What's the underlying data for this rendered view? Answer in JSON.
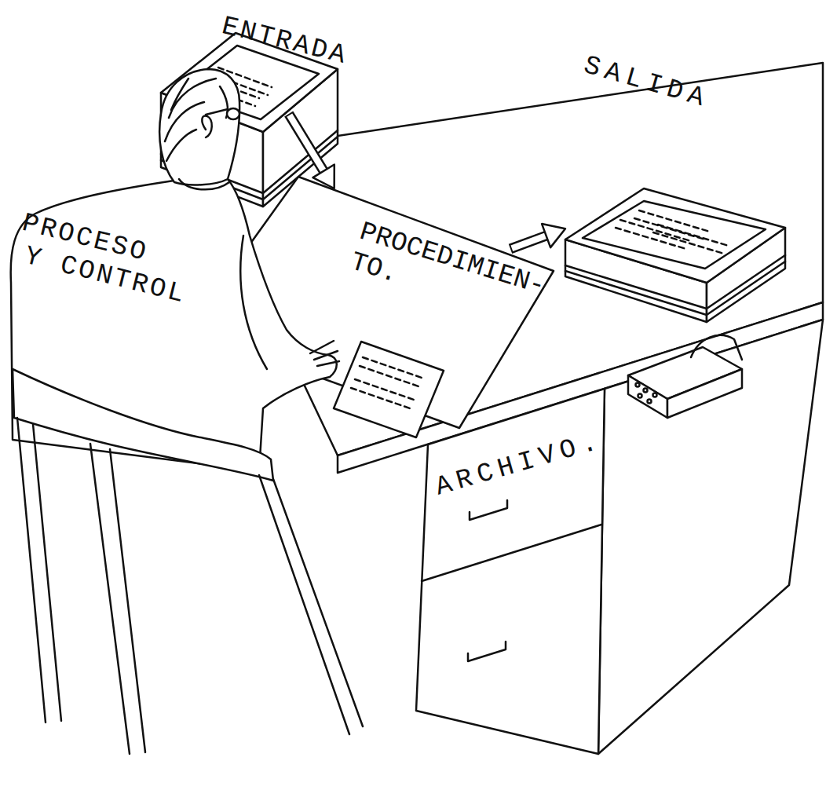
{
  "diagram": {
    "nodes": [
      {
        "text": [
          "ENTRADA"
        ]
      },
      {
        "text": [
          "PROCEDIMIEN- TO."
        ]
      },
      {
        "text": [
          "SALIDA"
        ]
      },
      {
        "text": [
          "PROCESO Y CONTROL"
        ]
      },
      {
        "text": [
          "ARCHIVO."
        ]
      }
    ],
    "edges": [
      {
        "from": 0,
        "to": 1,
        "arrow": "to"
      },
      {
        "from": 1,
        "to": 2,
        "arrow": "to"
      }
    ]
  }
}
